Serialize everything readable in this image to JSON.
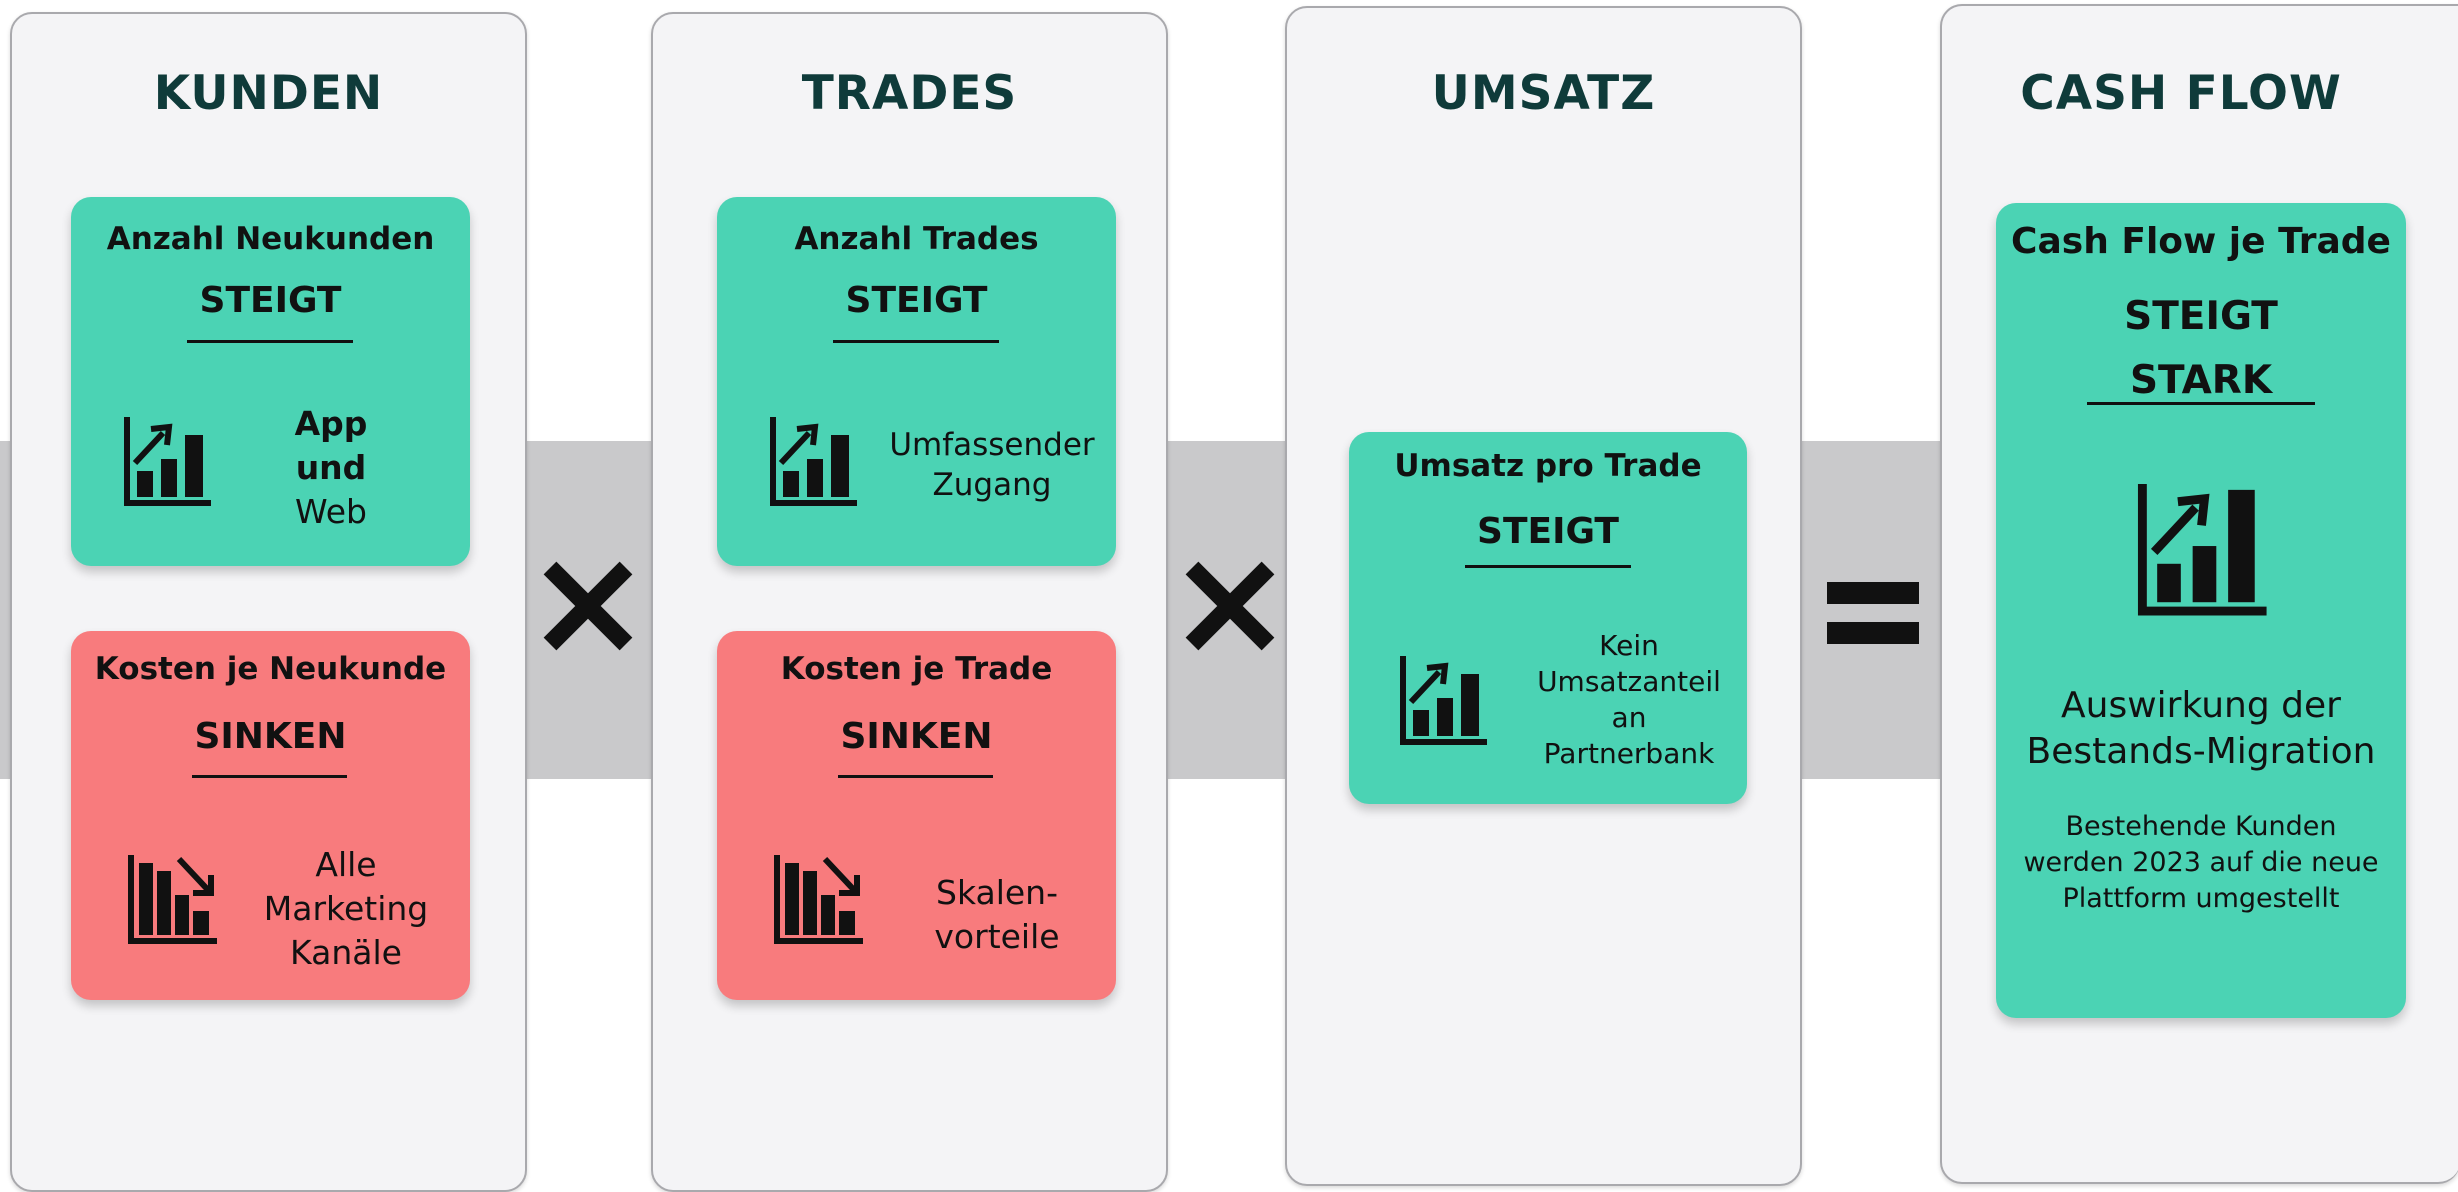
{
  "columns": [
    {
      "title": "KUNDEN",
      "cards": [
        {
          "label": "Anzahl Neukunden",
          "status": "STEIGT",
          "note_line1": "App",
          "note_line2": "und",
          "note_line3": "Web",
          "icon": "chart-up-icon",
          "color": "#4bd3b4"
        },
        {
          "label": "Kosten je Neukunde",
          "status": "SINKEN",
          "note_line1": "Alle",
          "note_line2": "Marketing",
          "note_line3": "Kanäle",
          "icon": "chart-down-icon",
          "color": "#f87b7d"
        }
      ]
    },
    {
      "title": "TRADES",
      "cards": [
        {
          "label": "Anzahl Trades",
          "status": "STEIGT",
          "note_line1": "Umfassender",
          "note_line2": "Zugang",
          "icon": "chart-up-icon",
          "color": "#4bd3b4"
        },
        {
          "label": "Kosten je Trade",
          "status": "SINKEN",
          "note_line1": "Skalen-",
          "note_line2": "vorteile",
          "icon": "chart-down-icon",
          "color": "#f87b7d"
        }
      ]
    },
    {
      "title": "UMSATZ",
      "cards": [
        {
          "label": "Umsatz pro Trade",
          "status": "STEIGT",
          "note_line1": "Kein",
          "note_line2": "Umsatzanteil",
          "note_line3": "an",
          "note_line4": "Partnerbank",
          "icon": "chart-up-icon",
          "color": "#4bd3b4"
        }
      ]
    },
    {
      "title": "CASH FLOW",
      "cards": [
        {
          "label": "Cash Flow je Trade",
          "status_line1": "STEIGT",
          "status_line2": "STARK",
          "icon": "chart-up-icon",
          "migration_title_line1": "Auswirkung der",
          "migration_title_line2": "Bestands-Migration",
          "migration_desc_line1": "Bestehende Kunden",
          "migration_desc_line2": "werden 2023 auf die neue",
          "migration_desc_line3": "Plattform umgestellt",
          "color": "#4bd3b4"
        }
      ]
    }
  ],
  "operators": {
    "multiply": "×",
    "equals": "="
  }
}
